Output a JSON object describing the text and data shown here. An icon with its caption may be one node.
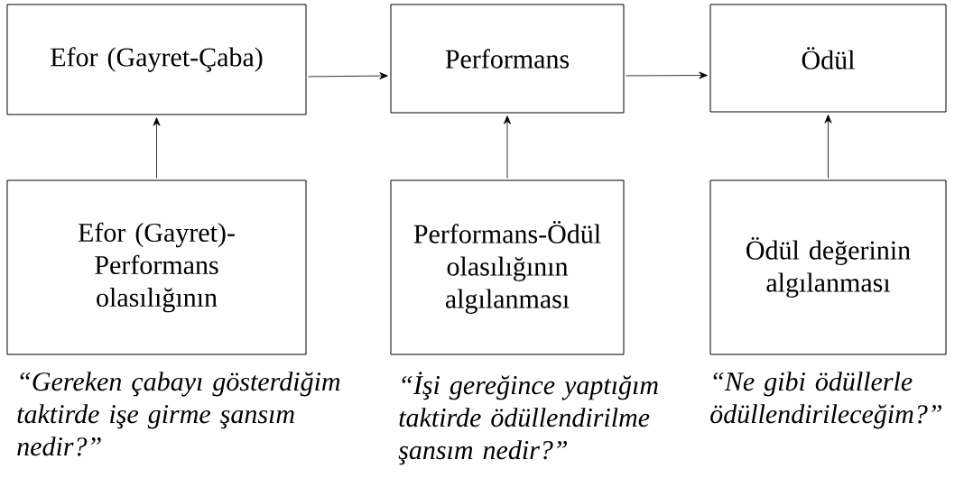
{
  "diagram": {
    "nodes": [
      {
        "text": [
          "Efor (Gayret-Çaba)"
        ]
      },
      {
        "text": [
          "Performans"
        ]
      },
      {
        "text": [
          "Ödül"
        ]
      },
      {
        "text": [
          "Efor (Gayret)- Performans olasılığının"
        ],
        "beside": [
          "“Gereken çabayı gösterdiğim taktirde işe girme şansım nedir?”"
        ]
      },
      {
        "text": [
          "Performans-Ödül olasılığının algılanması"
        ],
        "beside": [
          "“İşi gereğince yaptığım taktirde ödüllendirilme şansım nedir?”"
        ]
      },
      {
        "text": [
          "Ödül değerinin algılanması"
        ],
        "beside": [
          "“Ne gibi ödüllerle ödüllendirileceğim?”"
        ]
      }
    ],
    "edges": [
      {
        "from": 0,
        "to": 1,
        "arrow": "to"
      },
      {
        "from": 1,
        "to": 2,
        "arrow": "to"
      },
      {
        "from": 3,
        "to": 0,
        "arrow": "to"
      },
      {
        "from": 4,
        "to": 1,
        "arrow": "to"
      },
      {
        "from": 5,
        "to": 2,
        "arrow": "to"
      }
    ]
  }
}
